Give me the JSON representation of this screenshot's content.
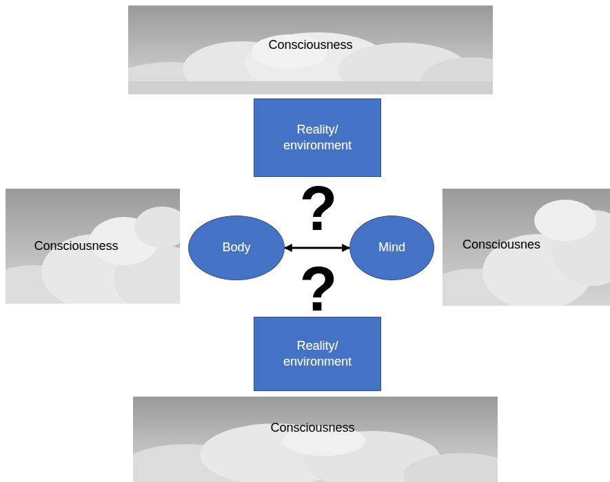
{
  "diagram": {
    "nodes": [
      {
        "text": [
          "Consciousness"
        ]
      },
      {
        "text": [
          "Reality/ environment"
        ]
      },
      {
        "text": [
          "Consciousness"
        ]
      },
      {
        "text": [
          "Body"
        ]
      },
      {
        "text": [
          "Mind"
        ]
      },
      {
        "text": [
          "Consciousnes"
        ]
      },
      {
        "text": [
          "Reality/ environment"
        ]
      },
      {
        "text": [
          "Consciousness"
        ]
      }
    ],
    "edges": [
      {
        "from": 3,
        "to": 4,
        "arrow": "both"
      }
    ],
    "labels": [
      "?",
      "?"
    ]
  }
}
